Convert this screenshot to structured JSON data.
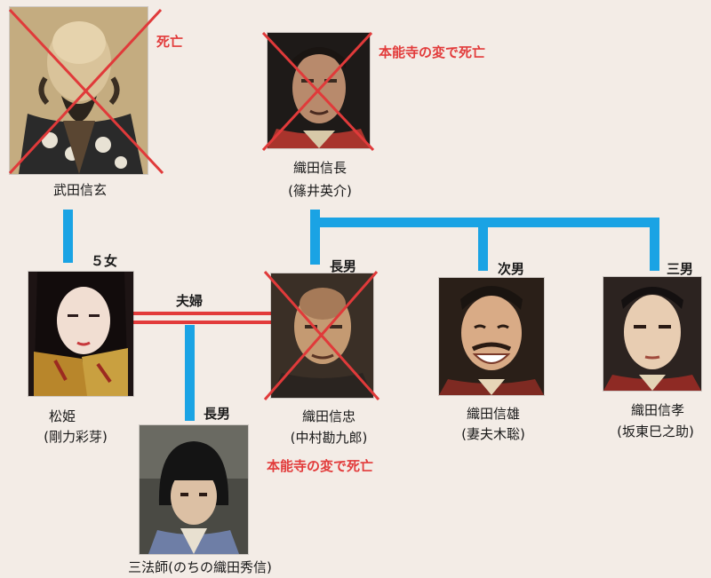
{
  "colors": {
    "blue_line": "#1aa3e4",
    "red_line": "#e23b3b",
    "note_red": "#e23b3b",
    "cross_red": "#e03a3a",
    "background": "#f3ece6"
  },
  "people": {
    "takeda_shingen": {
      "name": "武田信玄",
      "note": "死亡",
      "deceased": true
    },
    "oda_nobunaga": {
      "name": "織田信長",
      "actor": "(篠井英介)",
      "note": "本能寺の変で死亡",
      "deceased": true
    },
    "matsuhime": {
      "name": "松姫",
      "actor": "(剛力彩芽)"
    },
    "oda_nobutada": {
      "name": "織田信忠",
      "actor": "(中村勘九郎)",
      "note": "本能寺の変で死亡",
      "deceased": true
    },
    "oda_nobukatsu": {
      "name": "織田信雄",
      "actor": "(妻夫木聡)"
    },
    "oda_nobutaka": {
      "name": "織田信孝",
      "actor": "(坂東巳之助)"
    },
    "sanboshi": {
      "name": "三法師(のちの織田秀信)"
    }
  },
  "relations": {
    "fifth_daughter": "５女",
    "married": "夫婦",
    "eldest_son": "長男",
    "second_son": "次男",
    "third_son": "三男",
    "sanboshi_eldest_son": "長男"
  }
}
